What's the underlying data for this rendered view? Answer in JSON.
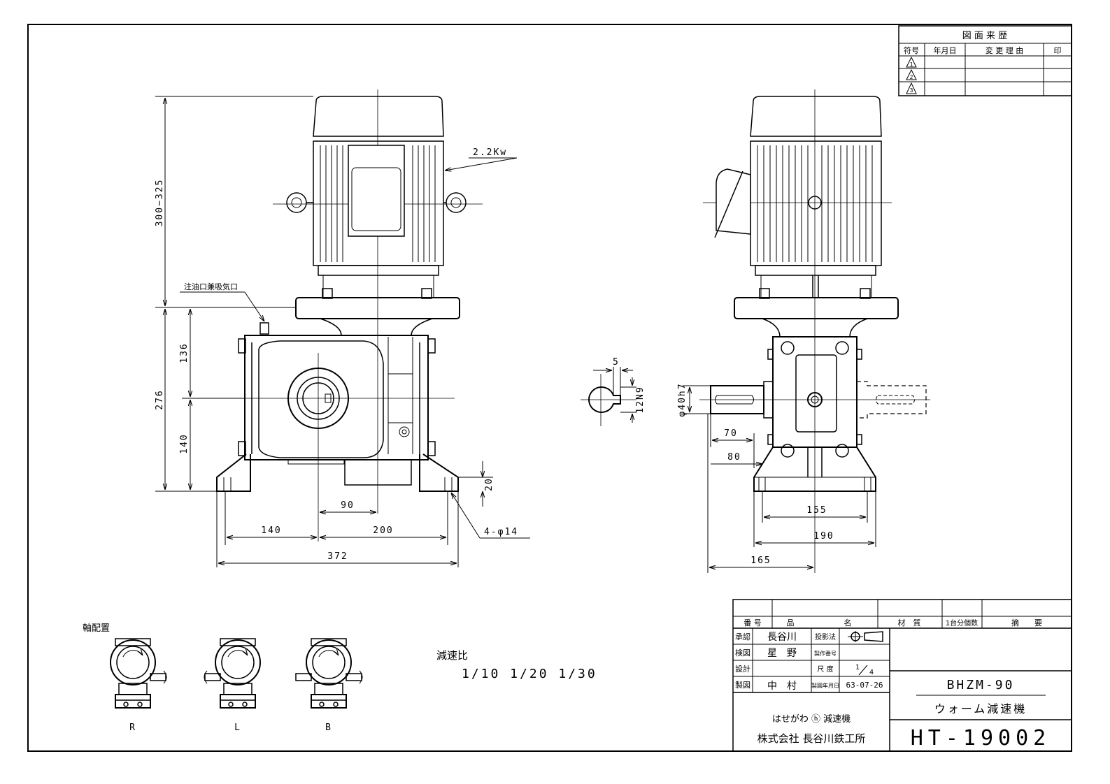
{
  "revision_table": {
    "title": "図 面 来 歴",
    "headers": [
      "符号",
      "年月日",
      "変 更 理 由",
      "印"
    ],
    "marks": [
      "1",
      "2",
      "3"
    ]
  },
  "front_view": {
    "motor_label": "2.2Kw",
    "oil_label": "注油口兼吸気口",
    "dims": {
      "motor_h": "300~325",
      "total_h": "276",
      "upper_h": "136",
      "lower_h": "140",
      "foot_h": "20",
      "off_90": "90",
      "w_140": "140",
      "w_200": "200",
      "w_372": "372",
      "holes": "4-φ14"
    }
  },
  "key_detail": {
    "w": "5",
    "h": "12N9"
  },
  "side_view": {
    "dims": {
      "shaft": "φ40h7",
      "d70": "70",
      "d80": "80",
      "d155": "155",
      "d190": "190",
      "d165": "165"
    }
  },
  "shaft_arrangement": {
    "title": "軸配置",
    "labels": [
      "R",
      "L",
      "B"
    ]
  },
  "ratio": {
    "title": "減速比",
    "values": "1/10  1/20  1/30"
  },
  "title_block": {
    "h_no": "番 号",
    "h_name1": "品",
    "h_name2": "名",
    "h_mat": "材　質",
    "h_qty": "1台分個数",
    "h_rem": "摘　　要",
    "r_approve": "承認",
    "v_approve": "長谷川",
    "r_check": "検図",
    "v_check": "星　野",
    "r_design": "設計",
    "v_design": "",
    "r_draw": "製図",
    "v_draw": "中　村",
    "r_proj": "投影法",
    "r_mfg": "製作番号",
    "v_mfg": "",
    "r_scale": "尺 度",
    "v_scale_n": "1",
    "v_scale_d": "4",
    "r_date": "製図年月日",
    "v_date": "63-07-26",
    "model": "BHZM-90",
    "product": "ウォーム減速機",
    "brand": "はせがわ ⓗ 減速機",
    "company": "株式会社 長谷川鉄工所",
    "drawing_no": "HT-19002"
  }
}
